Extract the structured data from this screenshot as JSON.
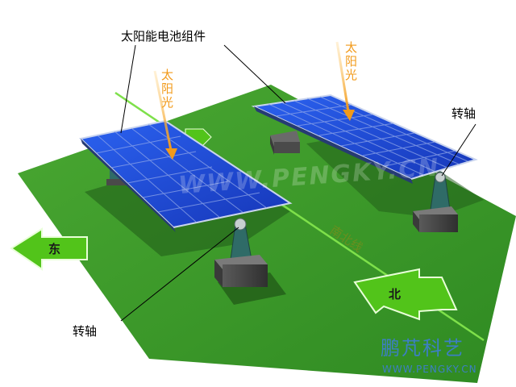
{
  "labels": {
    "panel_assembly": "太阳能电池组件",
    "sunlight_left": "太阳光",
    "sunlight_right": "太阳光",
    "axis_right": "转轴",
    "axis_bottom": "转轴",
    "east": "东",
    "north": "北",
    "north_south_line": "南北线"
  },
  "watermark": "WWW.PENGKY.CN",
  "brand": {
    "name": "鹏芃科艺",
    "url": "WWW.PENGKY.CN"
  },
  "colors": {
    "ground": "#3f9a2a",
    "panel": "#1f4fd6",
    "sunlight": "#f29a1a",
    "arrow": "#52c41a",
    "brand": "#3c7fc4"
  }
}
